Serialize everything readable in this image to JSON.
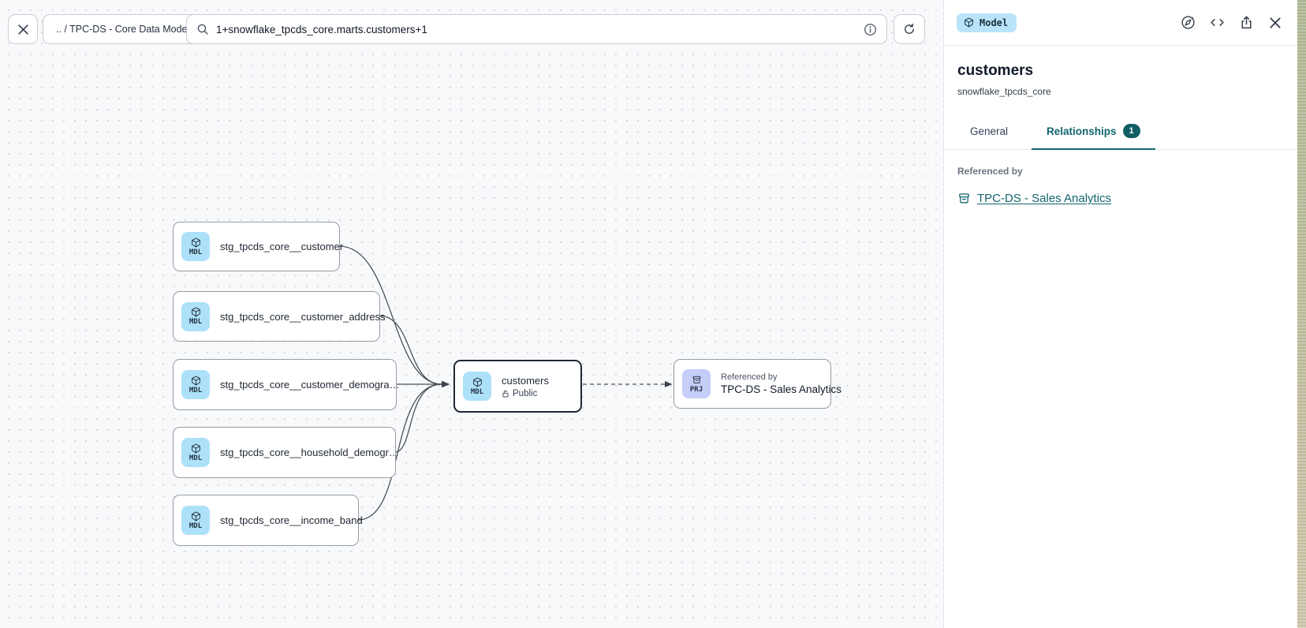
{
  "toolbar": {
    "breadcrumb": ".. / TPC-DS - Core Data Models",
    "search_value": "1+snowflake_tpcds_core.marts.customers+1"
  },
  "canvas": {
    "nodes": [
      {
        "type": "MDL",
        "label": "stg_tpcds_core__customer"
      },
      {
        "type": "MDL",
        "label": "stg_tpcds_core__customer_address"
      },
      {
        "type": "MDL",
        "label": "stg_tpcds_core__customer_demogra…"
      },
      {
        "type": "MDL",
        "label": "stg_tpcds_core__household_demogr…"
      },
      {
        "type": "MDL",
        "label": "stg_tpcds_core__income_band"
      }
    ],
    "center_node": {
      "type": "MDL",
      "label": "customers",
      "visibility": "Public"
    },
    "project_node": {
      "type": "PRJ",
      "kicker": "Referenced by",
      "label": "TPC-DS - Sales Analytics"
    }
  },
  "panel": {
    "type_badge": "Model",
    "title": "customers",
    "subtitle": "snowflake_tpcds_core",
    "tabs": [
      {
        "label": "General"
      },
      {
        "label": "Relationships",
        "badge": "1"
      }
    ],
    "section_label": "Referenced by",
    "reference_link": "TPC-DS - Sales Analytics"
  },
  "colors": {
    "accent_teal": "#12656e",
    "badge_teal": "#115e66",
    "model_icon_bg": "#ade1f9",
    "project_icon_bg": "#c5cdf8",
    "model_badge_bg": "#b9e3f9",
    "canvas_bg": "#f8f9fb",
    "edge": "#4a5159"
  }
}
